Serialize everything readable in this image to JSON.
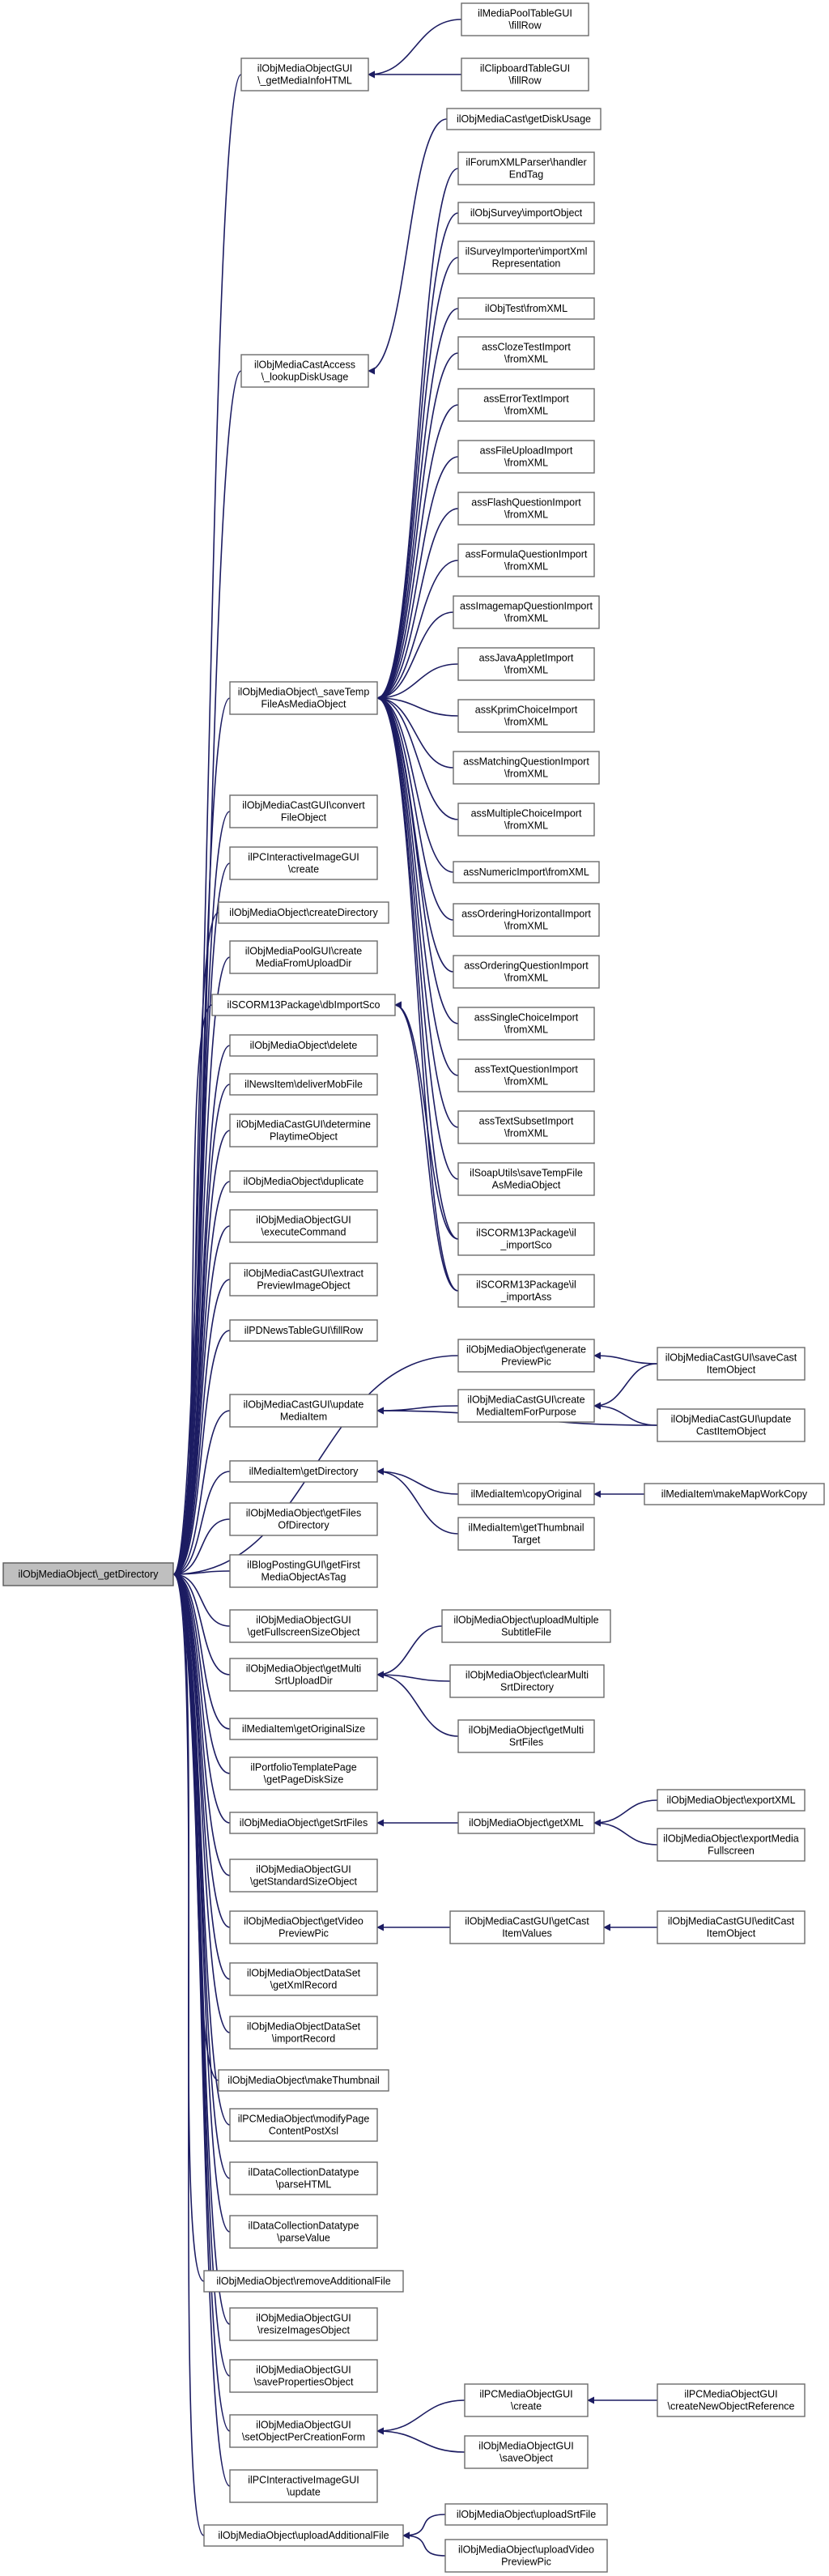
{
  "graph": {
    "edge_color": "#1c1c62",
    "root_fill": "#bfbfbf",
    "node_fill": "#ffffff",
    "node_stroke": "#6b6b6b",
    "nodes": [
      {
        "id": "root",
        "lines": [
          "ilObjMediaObject\\_getDirectory"
        ]
      },
      {
        "id": "n1",
        "lines": [
          "ilObjMediaObjectGUI",
          "\\_getMediaInfoHTML"
        ]
      },
      {
        "id": "n2",
        "lines": [
          "ilMediaPoolTableGUI",
          "\\fillRow"
        ]
      },
      {
        "id": "n3",
        "lines": [
          "ilClipboardTableGUI",
          "\\fillRow"
        ]
      },
      {
        "id": "n4",
        "lines": [
          "ilObjMediaCastAccess",
          "\\_lookupDiskUsage"
        ]
      },
      {
        "id": "n5",
        "lines": [
          "ilObjMediaCast\\getDiskUsage"
        ]
      },
      {
        "id": "n6",
        "lines": [
          "ilObjMediaObject\\_saveTemp",
          "FileAsMediaObject"
        ]
      },
      {
        "id": "t1",
        "lines": [
          "ilForumXMLParser\\handler",
          "EndTag"
        ]
      },
      {
        "id": "t2",
        "lines": [
          "ilObjSurvey\\importObject"
        ]
      },
      {
        "id": "t3",
        "lines": [
          "ilSurveyImporter\\importXml",
          "Representation"
        ]
      },
      {
        "id": "t4",
        "lines": [
          "ilObjTest\\fromXML"
        ]
      },
      {
        "id": "t5",
        "lines": [
          "assClozeTestImport",
          "\\fromXML"
        ]
      },
      {
        "id": "t6",
        "lines": [
          "assErrorTextImport",
          "\\fromXML"
        ]
      },
      {
        "id": "t7",
        "lines": [
          "assFileUploadImport",
          "\\fromXML"
        ]
      },
      {
        "id": "t8",
        "lines": [
          "assFlashQuestionImport",
          "\\fromXML"
        ]
      },
      {
        "id": "t9",
        "lines": [
          "assFormulaQuestionImport",
          "\\fromXML"
        ]
      },
      {
        "id": "t10",
        "lines": [
          "assImagemapQuestionImport",
          "\\fromXML"
        ]
      },
      {
        "id": "t11",
        "lines": [
          "assJavaAppletImport",
          "\\fromXML"
        ]
      },
      {
        "id": "t12",
        "lines": [
          "assKprimChoiceImport",
          "\\fromXML"
        ]
      },
      {
        "id": "t13",
        "lines": [
          "assMatchingQuestionImport",
          "\\fromXML"
        ]
      },
      {
        "id": "t14",
        "lines": [
          "assMultipleChoiceImport",
          "\\fromXML"
        ]
      },
      {
        "id": "t15",
        "lines": [
          "assNumericImport\\fromXML"
        ]
      },
      {
        "id": "t16",
        "lines": [
          "assOrderingHorizontalImport",
          "\\fromXML"
        ]
      },
      {
        "id": "t17",
        "lines": [
          "assOrderingQuestionImport",
          "\\fromXML"
        ]
      },
      {
        "id": "t18",
        "lines": [
          "assSingleChoiceImport",
          "\\fromXML"
        ]
      },
      {
        "id": "t19",
        "lines": [
          "assTextQuestionImport",
          "\\fromXML"
        ]
      },
      {
        "id": "t20",
        "lines": [
          "assTextSubsetImport",
          "\\fromXML"
        ]
      },
      {
        "id": "t21",
        "lines": [
          "ilSoapUtils\\saveTempFile",
          "AsMediaObject"
        ]
      },
      {
        "id": "t22",
        "lines": [
          "ilSCORM13Package\\il",
          "_importSco"
        ]
      },
      {
        "id": "t23",
        "lines": [
          "ilSCORM13Package\\il",
          "_importAss"
        ]
      },
      {
        "id": "n7",
        "lines": [
          "ilObjMediaCastGUI\\convert",
          "FileObject"
        ]
      },
      {
        "id": "n8",
        "lines": [
          "ilPCInteractiveImageGUI",
          "\\create"
        ]
      },
      {
        "id": "n9",
        "lines": [
          "ilObjMediaObject\\createDirectory"
        ]
      },
      {
        "id": "n10",
        "lines": [
          "ilObjMediaPoolGUI\\create",
          "MediaFromUploadDir"
        ]
      },
      {
        "id": "n11",
        "lines": [
          "ilSCORM13Package\\dbImportSco"
        ]
      },
      {
        "id": "n12",
        "lines": [
          "ilObjMediaObject\\delete"
        ]
      },
      {
        "id": "n13",
        "lines": [
          "ilNewsItem\\deliverMobFile"
        ]
      },
      {
        "id": "n14",
        "lines": [
          "ilObjMediaCastGUI\\determine",
          "PlaytimeObject"
        ]
      },
      {
        "id": "n15",
        "lines": [
          "ilObjMediaObject\\duplicate"
        ]
      },
      {
        "id": "n16",
        "lines": [
          "ilObjMediaObjectGUI",
          "\\executeCommand"
        ]
      },
      {
        "id": "n17",
        "lines": [
          "ilObjMediaCastGUI\\extract",
          "PreviewImageObject"
        ]
      },
      {
        "id": "n18",
        "lines": [
          "ilPDNewsTableGUI\\fillRow"
        ]
      },
      {
        "id": "n19",
        "lines": [
          "ilObjMediaObject\\generate",
          "PreviewPic"
        ]
      },
      {
        "id": "n20",
        "lines": [
          "ilObjMediaCastGUI\\saveCast",
          "ItemObject"
        ]
      },
      {
        "id": "n21",
        "lines": [
          "ilObjMediaCastGUI\\update",
          "MediaItem"
        ]
      },
      {
        "id": "n22",
        "lines": [
          "ilObjMediaCastGUI\\create",
          "MediaItemForPurpose"
        ]
      },
      {
        "id": "n23",
        "lines": [
          "ilObjMediaCastGUI\\update",
          "CastItemObject"
        ]
      },
      {
        "id": "n24",
        "lines": [
          "ilMediaItem\\getDirectory"
        ]
      },
      {
        "id": "n25",
        "lines": [
          "ilMediaItem\\copyOriginal"
        ]
      },
      {
        "id": "n26",
        "lines": [
          "ilMediaItem\\makeMapWorkCopy"
        ]
      },
      {
        "id": "n27",
        "lines": [
          "ilMediaItem\\getThumbnail",
          "Target"
        ]
      },
      {
        "id": "n28",
        "lines": [
          "ilObjMediaObject\\getFiles",
          "OfDirectory"
        ]
      },
      {
        "id": "n29",
        "lines": [
          "ilBlogPostingGUI\\getFirst",
          "MediaObjectAsTag"
        ]
      },
      {
        "id": "n30",
        "lines": [
          "ilObjMediaObjectGUI",
          "\\getFullscreenSizeObject"
        ]
      },
      {
        "id": "n31",
        "lines": [
          "ilObjMediaObject\\getMulti",
          "SrtUploadDir"
        ]
      },
      {
        "id": "n32",
        "lines": [
          "ilObjMediaObject\\uploadMultiple",
          "SubtitleFile"
        ]
      },
      {
        "id": "n33",
        "lines": [
          "ilObjMediaObject\\clearMulti",
          "SrtDirectory"
        ]
      },
      {
        "id": "n34",
        "lines": [
          "ilObjMediaObject\\getMulti",
          "SrtFiles"
        ]
      },
      {
        "id": "n35",
        "lines": [
          "ilMediaItem\\getOriginalSize"
        ]
      },
      {
        "id": "n36",
        "lines": [
          "ilPortfolioTemplatePage",
          "\\getPageDiskSize"
        ]
      },
      {
        "id": "n37",
        "lines": [
          "ilObjMediaObject\\getSrtFiles"
        ]
      },
      {
        "id": "n38",
        "lines": [
          "ilObjMediaObject\\getXML"
        ]
      },
      {
        "id": "n39",
        "lines": [
          "ilObjMediaObject\\exportXML"
        ]
      },
      {
        "id": "n40",
        "lines": [
          "ilObjMediaObject\\exportMedia",
          "Fullscreen"
        ]
      },
      {
        "id": "n41",
        "lines": [
          "ilObjMediaObjectGUI",
          "\\getStandardSizeObject"
        ]
      },
      {
        "id": "n42",
        "lines": [
          "ilObjMediaObject\\getVideo",
          "PreviewPic"
        ]
      },
      {
        "id": "n43",
        "lines": [
          "ilObjMediaCastGUI\\getCast",
          "ItemValues"
        ]
      },
      {
        "id": "n44",
        "lines": [
          "ilObjMediaCastGUI\\editCast",
          "ItemObject"
        ]
      },
      {
        "id": "n45",
        "lines": [
          "ilObjMediaObjectDataSet",
          "\\getXmlRecord"
        ]
      },
      {
        "id": "n46",
        "lines": [
          "ilObjMediaObjectDataSet",
          "\\importRecord"
        ]
      },
      {
        "id": "n47",
        "lines": [
          "ilObjMediaObject\\makeThumbnail"
        ]
      },
      {
        "id": "n48",
        "lines": [
          "ilPCMediaObject\\modifyPage",
          "ContentPostXsl"
        ]
      },
      {
        "id": "n49",
        "lines": [
          "ilDataCollectionDatatype",
          "\\parseHTML"
        ]
      },
      {
        "id": "n50",
        "lines": [
          "ilDataCollectionDatatype",
          "\\parseValue"
        ]
      },
      {
        "id": "n51",
        "lines": [
          "ilObjMediaObject\\removeAdditionalFile"
        ]
      },
      {
        "id": "n52",
        "lines": [
          "ilObjMediaObjectGUI",
          "\\resizeImagesObject"
        ]
      },
      {
        "id": "n53",
        "lines": [
          "ilObjMediaObjectGUI",
          "\\savePropertiesObject"
        ]
      },
      {
        "id": "n54",
        "lines": [
          "ilObjMediaObjectGUI",
          "\\setObjectPerCreationForm"
        ]
      },
      {
        "id": "n55",
        "lines": [
          "ilPCMediaObjectGUI",
          "\\create"
        ]
      },
      {
        "id": "n56",
        "lines": [
          "ilPCMediaObjectGUI",
          "\\createNewObjectReference"
        ]
      },
      {
        "id": "n57",
        "lines": [
          "ilObjMediaObjectGUI",
          "\\saveObject"
        ]
      },
      {
        "id": "n58",
        "lines": [
          "ilPCInteractiveImageGUI",
          "\\update"
        ]
      },
      {
        "id": "n59",
        "lines": [
          "ilObjMediaObject\\uploadAdditionalFile"
        ]
      },
      {
        "id": "n60",
        "lines": [
          "ilObjMediaObject\\uploadSrtFile"
        ]
      },
      {
        "id": "n61",
        "lines": [
          "ilObjMediaObject\\uploadVideo",
          "PreviewPic"
        ]
      }
    ],
    "edges": [
      [
        "n1",
        "root"
      ],
      [
        "n2",
        "n1"
      ],
      [
        "n3",
        "n1"
      ],
      [
        "n4",
        "root"
      ],
      [
        "n5",
        "n4"
      ],
      [
        "n6",
        "root"
      ],
      [
        "t1",
        "n6"
      ],
      [
        "t2",
        "n6"
      ],
      [
        "t3",
        "n6"
      ],
      [
        "t4",
        "n6"
      ],
      [
        "t5",
        "n6"
      ],
      [
        "t6",
        "n6"
      ],
      [
        "t7",
        "n6"
      ],
      [
        "t8",
        "n6"
      ],
      [
        "t9",
        "n6"
      ],
      [
        "t10",
        "n6"
      ],
      [
        "t11",
        "n6"
      ],
      [
        "t12",
        "n6"
      ],
      [
        "t13",
        "n6"
      ],
      [
        "t14",
        "n6"
      ],
      [
        "t15",
        "n6"
      ],
      [
        "t16",
        "n6"
      ],
      [
        "t17",
        "n6"
      ],
      [
        "t18",
        "n6"
      ],
      [
        "t19",
        "n6"
      ],
      [
        "t20",
        "n6"
      ],
      [
        "t21",
        "n6"
      ],
      [
        "t22",
        "n6"
      ],
      [
        "t23",
        "n6"
      ],
      [
        "n7",
        "root"
      ],
      [
        "n8",
        "root"
      ],
      [
        "n9",
        "root"
      ],
      [
        "n10",
        "root"
      ],
      [
        "n11",
        "root"
      ],
      [
        "t22",
        "n11"
      ],
      [
        "t23",
        "n11"
      ],
      [
        "n12",
        "root"
      ],
      [
        "n13",
        "root"
      ],
      [
        "n14",
        "root"
      ],
      [
        "n15",
        "root"
      ],
      [
        "n16",
        "root"
      ],
      [
        "n17",
        "root"
      ],
      [
        "n18",
        "root"
      ],
      [
        "n19",
        "root"
      ],
      [
        "n20",
        "n19"
      ],
      [
        "n21",
        "root"
      ],
      [
        "n22",
        "n21"
      ],
      [
        "n20",
        "n22"
      ],
      [
        "n23",
        "n22"
      ],
      [
        "n23",
        "n21"
      ],
      [
        "n24",
        "root"
      ],
      [
        "n25",
        "n24"
      ],
      [
        "n26",
        "n25"
      ],
      [
        "n27",
        "n24"
      ],
      [
        "n28",
        "root"
      ],
      [
        "n29",
        "root"
      ],
      [
        "n30",
        "root"
      ],
      [
        "n31",
        "root"
      ],
      [
        "n32",
        "n31"
      ],
      [
        "n33",
        "n31"
      ],
      [
        "n34",
        "n31"
      ],
      [
        "n35",
        "root"
      ],
      [
        "n36",
        "root"
      ],
      [
        "n37",
        "root"
      ],
      [
        "n38",
        "n37"
      ],
      [
        "n39",
        "n38"
      ],
      [
        "n40",
        "n38"
      ],
      [
        "n41",
        "root"
      ],
      [
        "n42",
        "root"
      ],
      [
        "n43",
        "n42"
      ],
      [
        "n44",
        "n43"
      ],
      [
        "n45",
        "root"
      ],
      [
        "n46",
        "root"
      ],
      [
        "n47",
        "root"
      ],
      [
        "n48",
        "root"
      ],
      [
        "n49",
        "root"
      ],
      [
        "n50",
        "root"
      ],
      [
        "n51",
        "root"
      ],
      [
        "n52",
        "root"
      ],
      [
        "n53",
        "root"
      ],
      [
        "n54",
        "root"
      ],
      [
        "n55",
        "n54"
      ],
      [
        "n56",
        "n55"
      ],
      [
        "n57",
        "n54"
      ],
      [
        "n58",
        "root"
      ],
      [
        "n59",
        "root"
      ],
      [
        "n60",
        "n59"
      ],
      [
        "n61",
        "n59"
      ]
    ]
  }
}
